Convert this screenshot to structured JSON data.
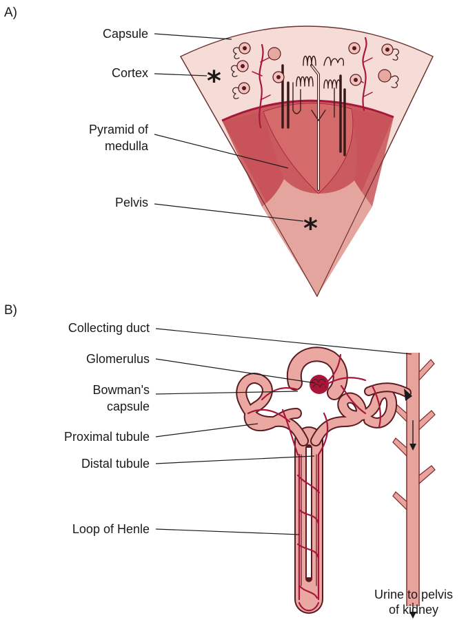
{
  "panel_a": {
    "label": "A)",
    "labels": {
      "capsule": "Capsule",
      "cortex": "Cortex",
      "pyramid_line1": "Pyramid of",
      "pyramid_line2": "medulla",
      "pelvis": "Pelvis"
    }
  },
  "panel_b": {
    "label": "B)",
    "labels": {
      "collecting_duct": "Collecting duct",
      "glomerulus": "Glomerulus",
      "bowmans_line1": "Bowman's",
      "bowmans_line2": "capsule",
      "proximal_tubule": "Proximal tubule",
      "distal_tubule": "Distal tubule",
      "loop_of_henle": "Loop of Henle",
      "urine_line1": "Urine to pelvis",
      "urine_line2": "of kidney"
    }
  },
  "colors": {
    "cortex_fill": "#f6dcd6",
    "medulla_fill": "#c95a5e",
    "pyramid_fill": "#d46a6a",
    "pelvis_fill": "#e5a59f",
    "outline": "#5a1a1f",
    "vessel": "#a8163a",
    "tubule": "#eba8a2",
    "duct": "#e9a39d"
  }
}
